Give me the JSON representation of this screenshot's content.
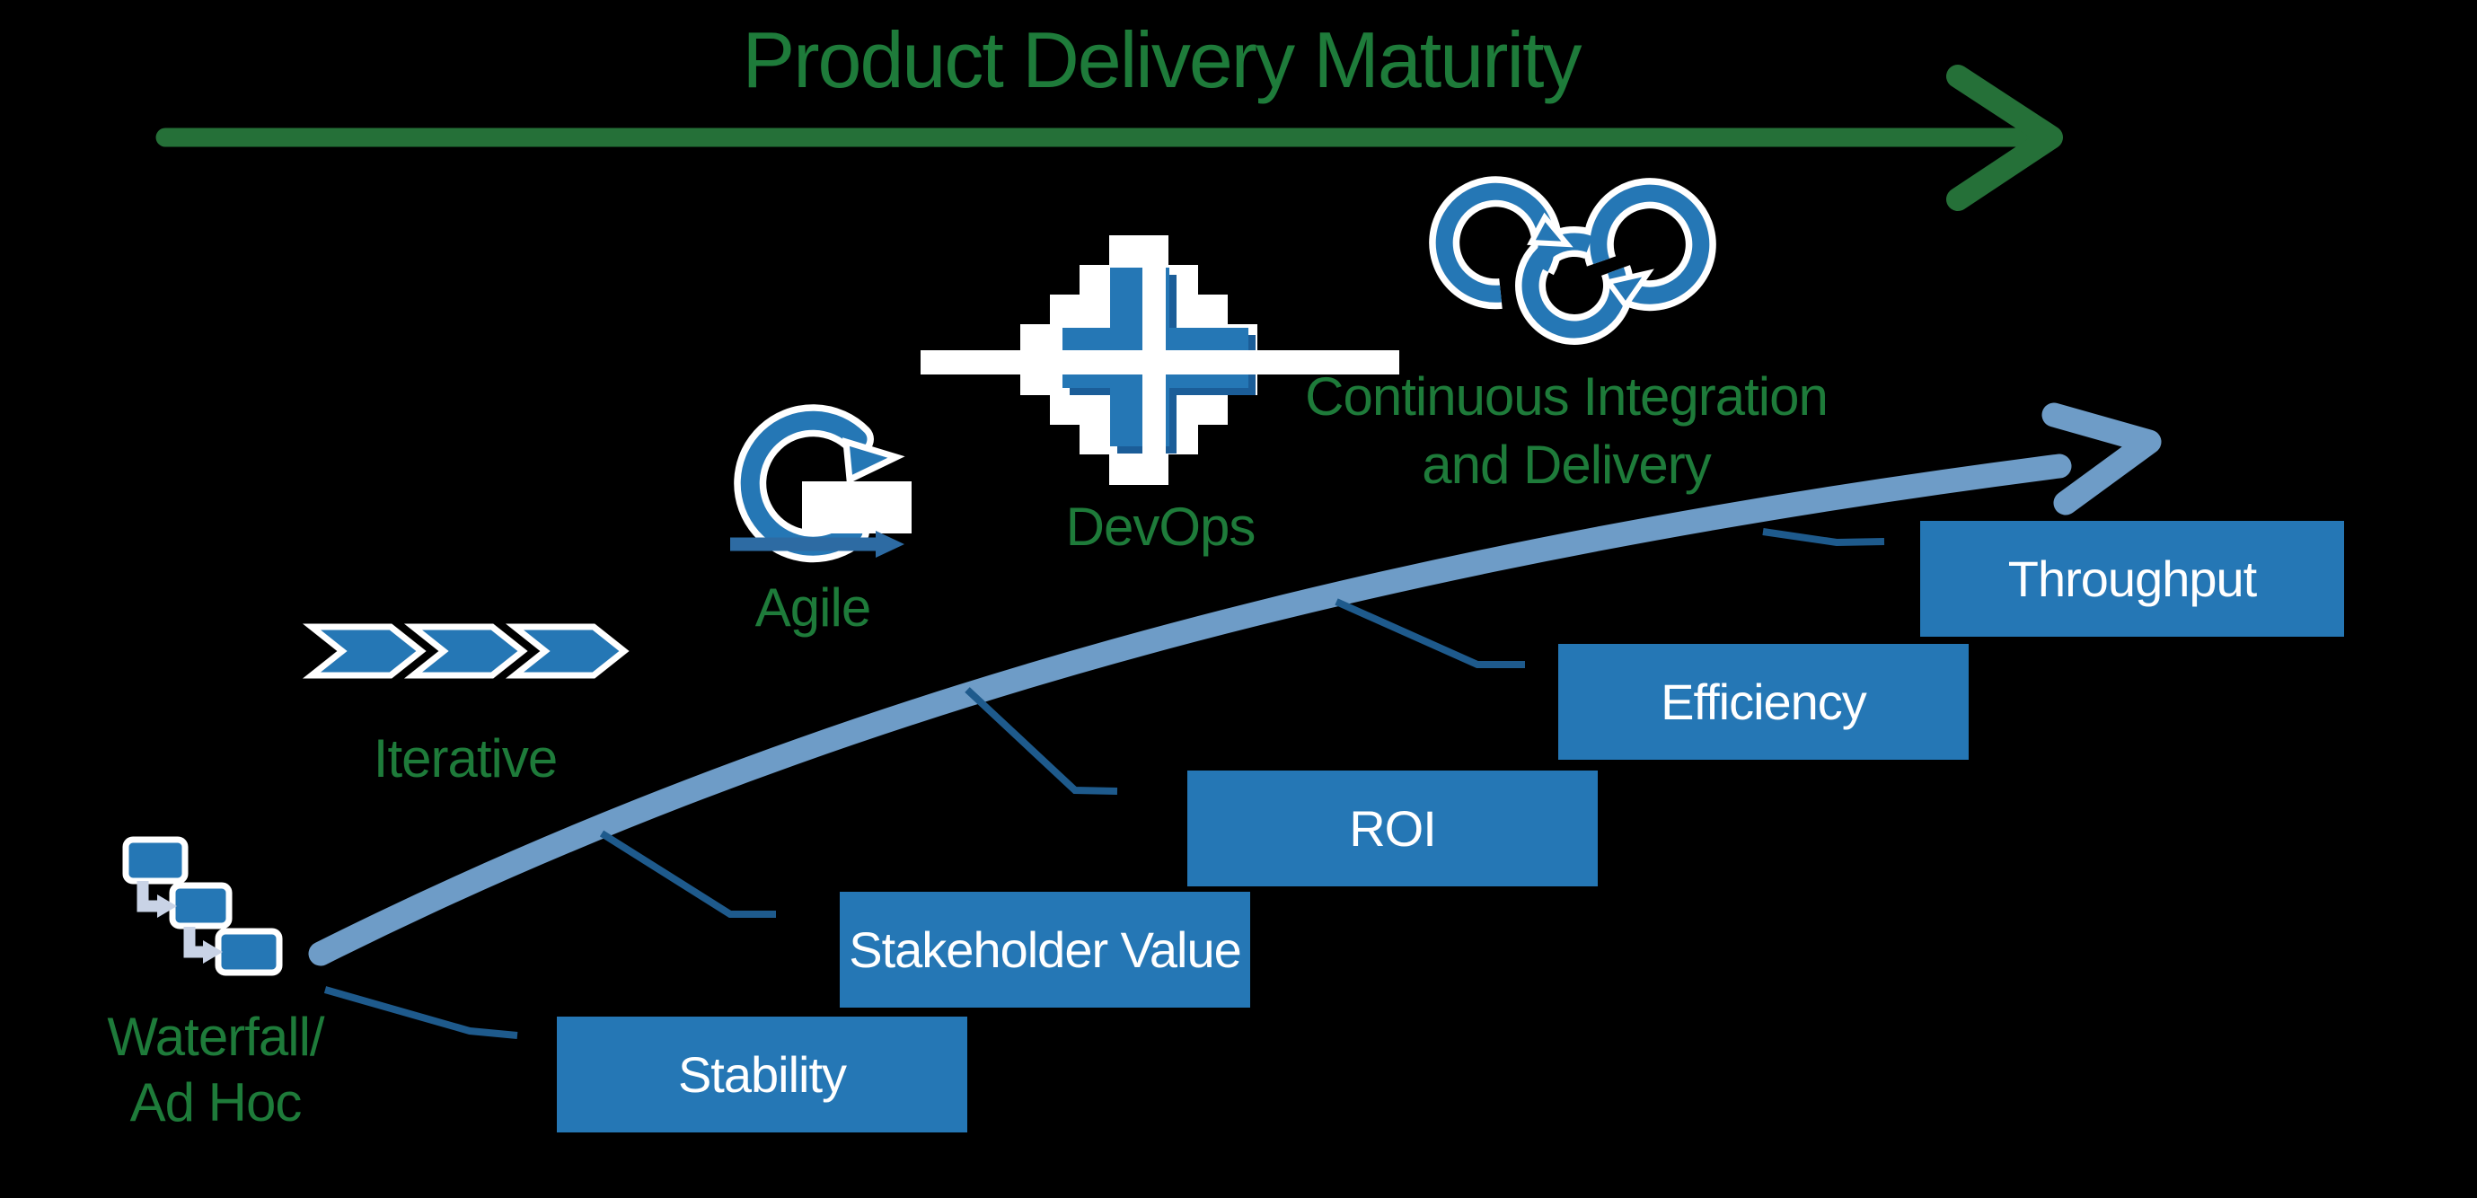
{
  "title": "Product Delivery Maturity",
  "stages": [
    {
      "id": "waterfall",
      "label_line1": "Waterfall/",
      "label_line2": "Ad Hoc",
      "icon": "cascading-boxes-icon"
    },
    {
      "id": "iterative",
      "label": "Iterative",
      "icon": "triple-chevron-icon"
    },
    {
      "id": "agile",
      "label": "Agile",
      "icon": "sprint-cycle-arrow-icon"
    },
    {
      "id": "devops",
      "label": "DevOps",
      "icon": "pixel-cross-icon"
    },
    {
      "id": "cicd",
      "label_line1": "Continuous Integration",
      "label_line2": "and Delivery",
      "icon": "infinity-loops-icon"
    }
  ],
  "benefits": [
    {
      "label": "Stability"
    },
    {
      "label": "Stakeholder Value"
    },
    {
      "label": "ROI"
    },
    {
      "label": "Efficiency"
    },
    {
      "label": "Throughput"
    }
  ],
  "colors": {
    "background": "#000000",
    "green_text": "#1e7b3a",
    "green_arrow": "#257038",
    "blue_primary": "#2577b5",
    "blue_dark_shadow": "#1b5d98",
    "curve_light_blue": "#6e9cc7",
    "callout_blue": "#1e5a8c",
    "connector_gray": "#c9d3e6",
    "agile_base_blue": "#2d6ba3",
    "box_text": "#ffffff"
  }
}
